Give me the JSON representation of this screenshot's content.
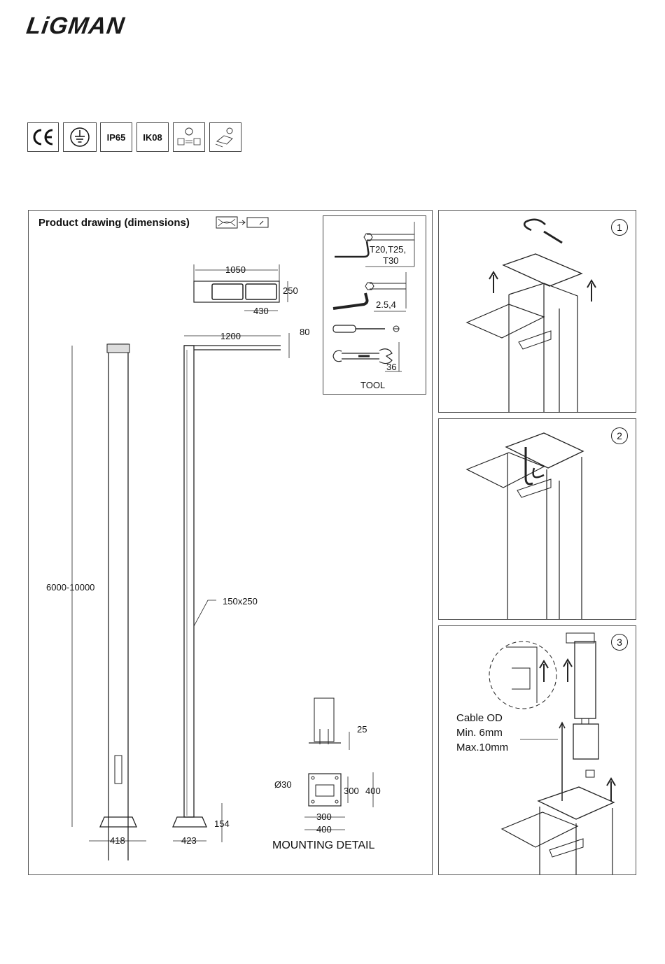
{
  "brand": {
    "logo_text": "LiGMAN"
  },
  "certifications": {
    "ip": "IP65",
    "ik": "IK08",
    "ce_icon": "ce-mark-icon",
    "ground_icon": "protective-earth-icon",
    "lamp_icon": "luminaire-maintenance-icon",
    "handling_icon": "handling-icon"
  },
  "drawing": {
    "title": "Product drawing (dimensions)",
    "height_range": "6000-10000",
    "head_length": "1050",
    "head_width": "250",
    "head_offset": "430",
    "arm_length": "1200",
    "arm_height": "80",
    "pole_section": "150x250",
    "base_front": "418",
    "base_side": "423",
    "base_height": "154",
    "tool": {
      "heading": "TOOL",
      "torx": "T20,T25,",
      "torx2": "T30",
      "allen": "2.5,4",
      "wrench": "36"
    },
    "mounting": {
      "heading": "MOUNTING DETAIL",
      "bolt_projection": "25",
      "hole": "Ø30",
      "inner_size": "300",
      "outer_size": "400",
      "inner_width": "300",
      "outer_width": "400"
    }
  },
  "steps": {
    "step1": "1",
    "step2": "2",
    "step3": "3",
    "cable_line1": "Cable OD",
    "cable_line2": "Min. 6mm",
    "cable_line3": "Max.10mm"
  }
}
